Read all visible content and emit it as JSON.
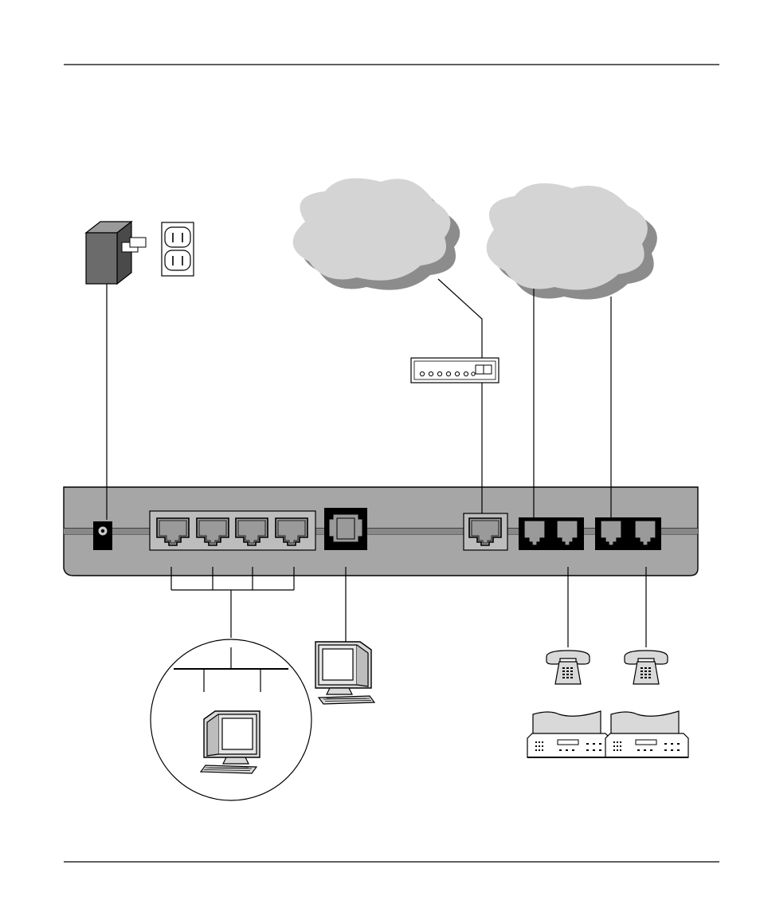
{
  "page": {
    "header_rule": true,
    "footer_rule": true
  },
  "diagram": {
    "kind": "router rear-panel connection diagram",
    "labels": [],
    "nodes": [
      {
        "id": "power-adapter",
        "icon": "power-adapter-icon"
      },
      {
        "id": "wall-outlet",
        "icon": "wall-outlet-icon"
      },
      {
        "id": "internet-cloud",
        "icon": "cloud-icon"
      },
      {
        "id": "phone-network-cloud",
        "icon": "cloud-icon"
      },
      {
        "id": "broadband-modem",
        "icon": "modem-icon"
      },
      {
        "id": "router-rear-panel",
        "icon": "router-icon"
      },
      {
        "id": "lan-hub-workstation",
        "icon": "computer-icon"
      },
      {
        "id": "console-computer",
        "icon": "computer-icon"
      },
      {
        "id": "telephone-1",
        "icon": "telephone-icon"
      },
      {
        "id": "telephone-2",
        "icon": "telephone-icon"
      },
      {
        "id": "fax-1",
        "icon": "fax-machine-icon"
      },
      {
        "id": "fax-2",
        "icon": "fax-machine-icon"
      }
    ],
    "router_ports": [
      {
        "id": "power-jack",
        "type": "power"
      },
      {
        "id": "lan-port-1",
        "type": "ethernet"
      },
      {
        "id": "lan-port-2",
        "type": "ethernet"
      },
      {
        "id": "lan-port-3",
        "type": "ethernet"
      },
      {
        "id": "lan-port-4",
        "type": "ethernet"
      },
      {
        "id": "console-port",
        "type": "serial"
      },
      {
        "id": "wan-port",
        "type": "ethernet"
      },
      {
        "id": "phone-line-1a",
        "type": "rj11"
      },
      {
        "id": "phone-line-1b",
        "type": "rj11"
      },
      {
        "id": "phone-line-2a",
        "type": "rj11"
      },
      {
        "id": "phone-line-2b",
        "type": "rj11"
      }
    ],
    "connections": [
      {
        "from": "power-adapter",
        "to": "power-jack"
      },
      {
        "from": "internet-cloud",
        "to": "broadband-modem"
      },
      {
        "from": "broadband-modem",
        "to": "wan-port"
      },
      {
        "from": "phone-network-cloud",
        "to": "phone-line-1a"
      },
      {
        "from": "phone-network-cloud",
        "to": "phone-line-2a"
      },
      {
        "from": "lan-port-1",
        "to": "lan-hub-workstation"
      },
      {
        "from": "lan-port-2",
        "to": "lan-hub-workstation"
      },
      {
        "from": "lan-port-3",
        "to": "lan-hub-workstation"
      },
      {
        "from": "lan-port-4",
        "to": "lan-hub-workstation"
      },
      {
        "from": "console-port",
        "to": "console-computer"
      },
      {
        "from": "phone-line-1b",
        "to": "telephone-1"
      },
      {
        "from": "phone-line-2b",
        "to": "telephone-2"
      }
    ],
    "colors": {
      "router_body": "#a6a6a6",
      "panel_face": "#bdbdbd",
      "cloud_fill": "#d4d4d4",
      "cloud_shadow": "#8c8c8c",
      "adapter_fill": "#6b6b6b",
      "line": "#000000"
    }
  }
}
